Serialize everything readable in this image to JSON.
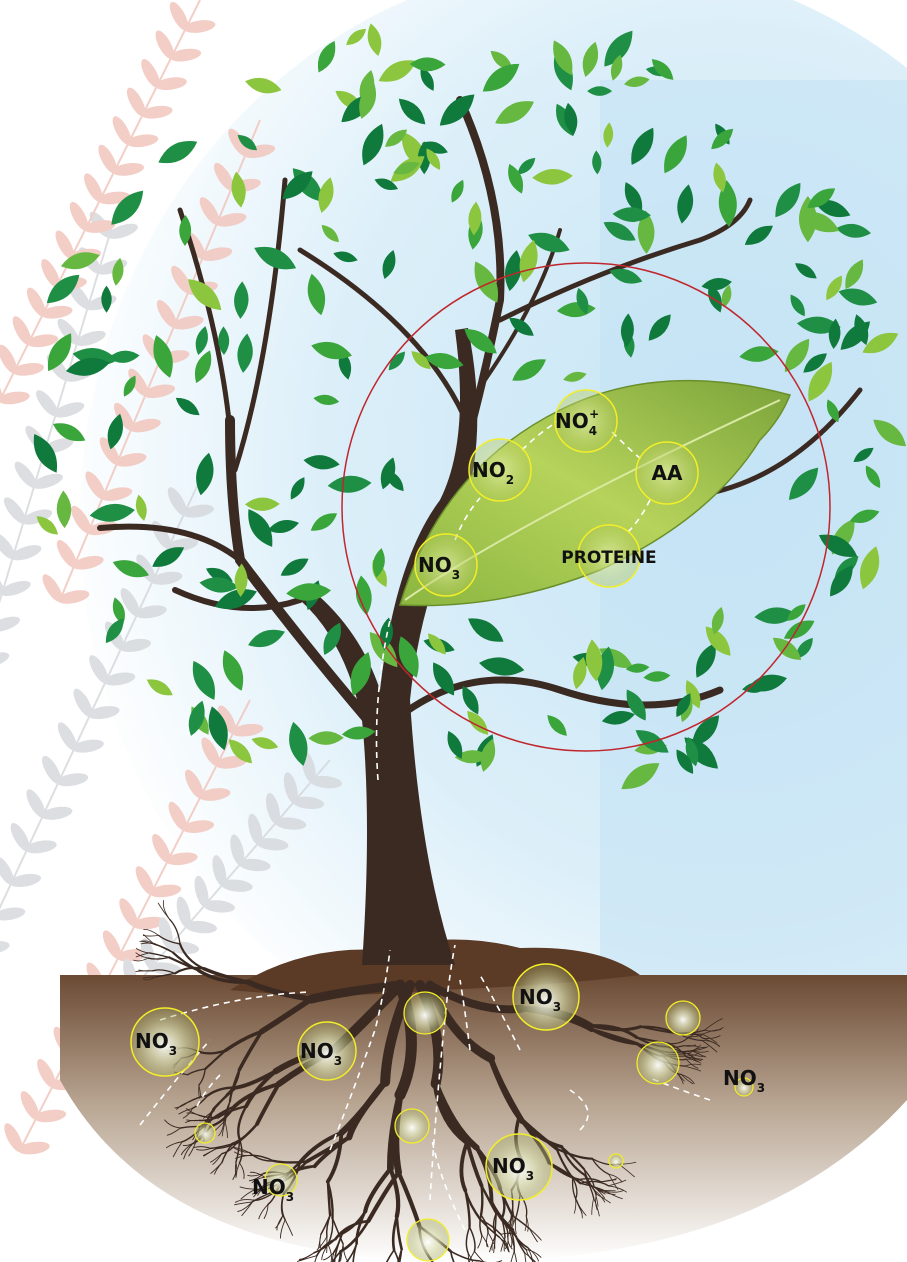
{
  "diagram": {
    "leaf_cycle": {
      "no3": {
        "base": "NO",
        "sub": "3"
      },
      "no2": {
        "base": "NO",
        "sub": "2"
      },
      "nh4": {
        "base": "NO",
        "sub": "4",
        "sup": "+"
      },
      "aa": "AA",
      "protein": "PROTEINE"
    },
    "soil_labels": [
      {
        "base": "NO",
        "sub": "3"
      },
      {
        "base": "NO",
        "sub": "3"
      },
      {
        "base": "NO",
        "sub": "3"
      },
      {
        "base": "NO",
        "sub": "3"
      },
      {
        "base": "NO",
        "sub": "3"
      },
      {
        "base": "NO",
        "sub": "3"
      }
    ]
  },
  "colors": {
    "sky": "#bfe0f2",
    "trunk": "#3b2a22",
    "soil": "#5a3d2b",
    "leaf_dark": "#0f7a3c",
    "leaf_mid": "#3aa53b",
    "leaf_light": "#8cc63f",
    "highlight_circle": "#c0272d",
    "bubble_stroke": "#f2ee2a",
    "fern_pink": "#f1c6bd",
    "fern_grey": "#d6d9dd"
  }
}
